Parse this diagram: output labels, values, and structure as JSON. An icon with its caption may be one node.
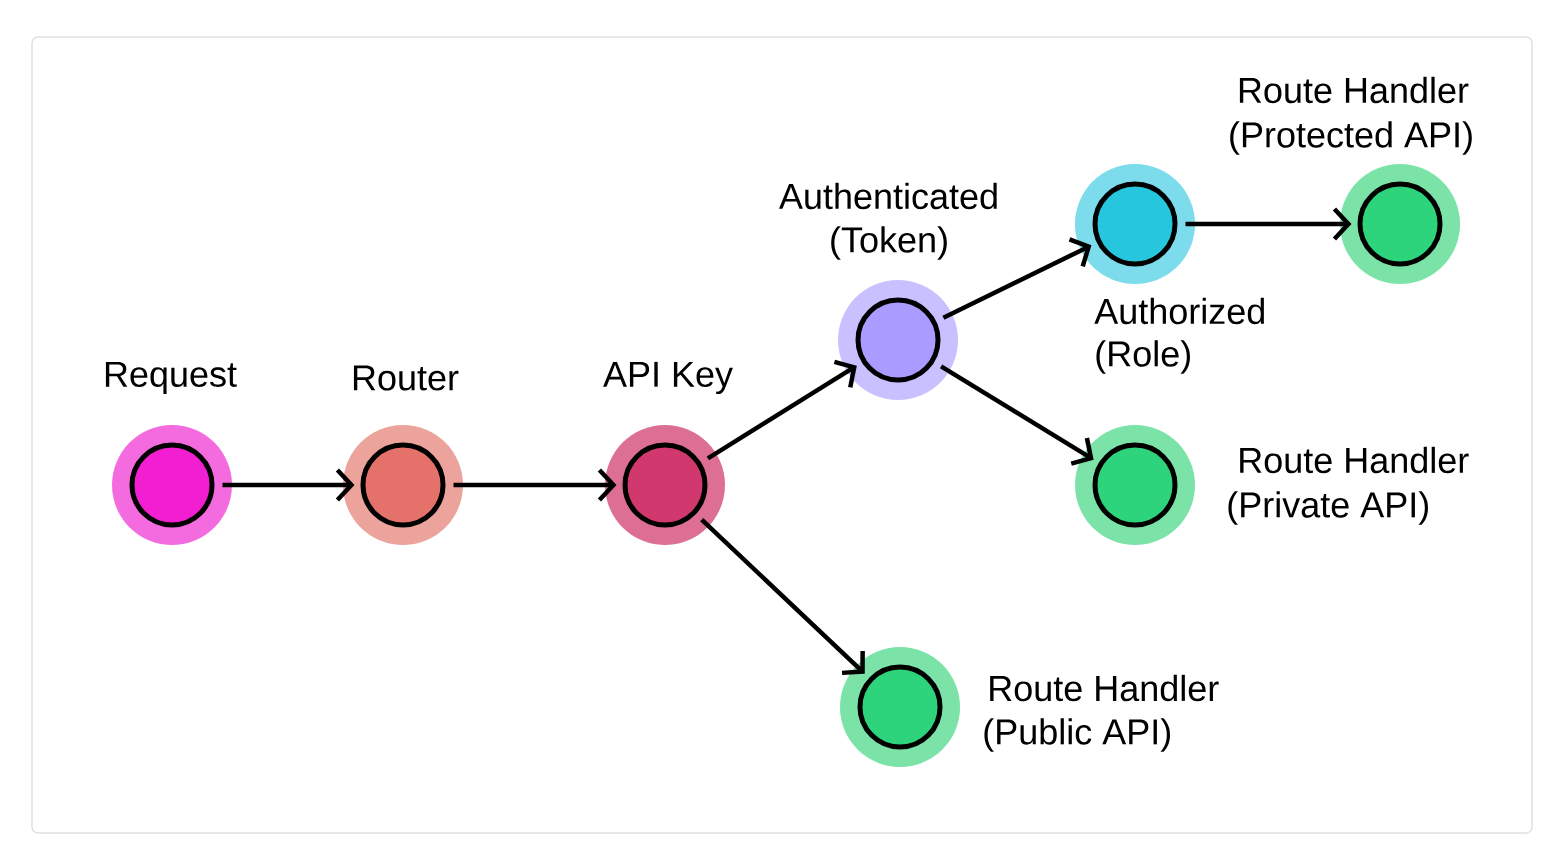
{
  "diagram": {
    "nodes": [
      {
        "text": [
          "Request"
        ]
      },
      {
        "text": [
          "Router"
        ]
      },
      {
        "text": [
          "API Key"
        ]
      },
      {
        "text": [
          "Authenticated",
          "(Token)"
        ]
      },
      {
        "text": [
          "Authorized",
          "(Role)"
        ]
      },
      {
        "text": [
          "Route Handler",
          "(Protected API)"
        ]
      },
      {
        "text": [
          "Route Handler",
          "(Private API)"
        ]
      },
      {
        "text": [
          "Route Handler",
          "(Public API)"
        ]
      }
    ],
    "edges": [
      {
        "from": 0,
        "to": 1,
        "arrow": "to"
      },
      {
        "from": 1,
        "to": 2,
        "arrow": "to"
      },
      {
        "from": 2,
        "to": 3,
        "arrow": "to"
      },
      {
        "from": 2,
        "to": 7,
        "arrow": "to"
      },
      {
        "from": 3,
        "to": 4,
        "arrow": "to"
      },
      {
        "from": 3,
        "to": 6,
        "arrow": "to"
      },
      {
        "from": 4,
        "to": 5,
        "arrow": "to"
      }
    ]
  }
}
